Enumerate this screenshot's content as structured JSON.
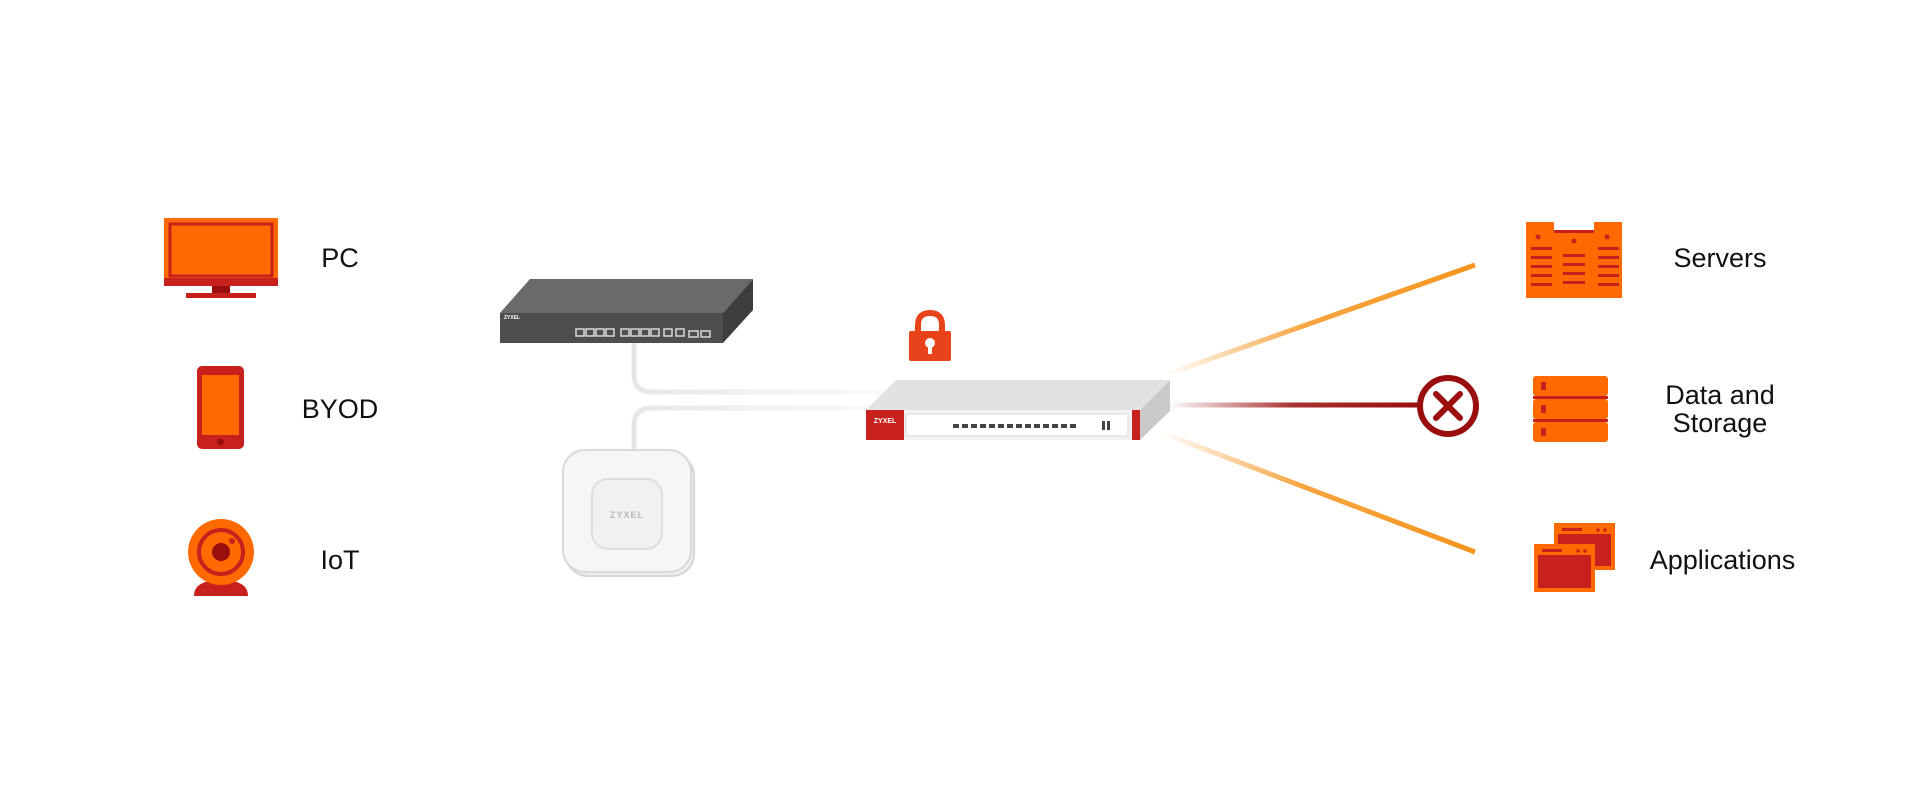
{
  "colors": {
    "primary_orange": "#ff6a00",
    "deep_red": "#c8201c",
    "dark_red": "#9a0e0e",
    "line_orange": "#f6951f",
    "switch_gray": "#5a5a5a",
    "ap_white": "#f6f6f6"
  },
  "left_devices": [
    {
      "label": "PC",
      "icon": "monitor-icon"
    },
    {
      "label": "BYOD",
      "icon": "smartphone-icon"
    },
    {
      "label": "IoT",
      "icon": "webcam-icon"
    }
  ],
  "network": {
    "switch_brand": "ZYXEL",
    "access_point_brand": "ZYXEL",
    "firewall_brand": "ZYXEL",
    "lock_icon": "padlock-icon"
  },
  "right_resources": [
    {
      "label": "Servers",
      "icon": "server-rack-icon",
      "blocked": false
    },
    {
      "label": "Data and Storage",
      "label_lines": [
        "Data and",
        "Storage"
      ],
      "icon": "storage-stack-icon",
      "blocked": true
    },
    {
      "label": "Applications",
      "icon": "app-windows-icon",
      "blocked": false
    }
  ],
  "block_icon": "block-x-icon"
}
